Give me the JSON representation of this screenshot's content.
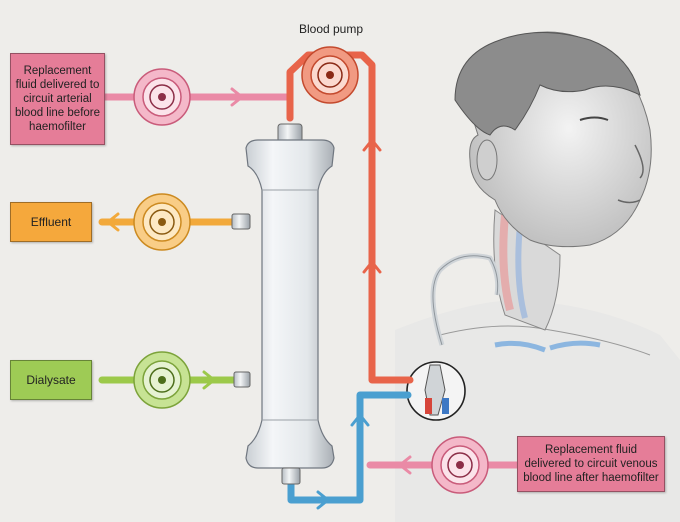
{
  "labels": {
    "blood_pump": "Blood pump",
    "replacement_pre": "Replacement fluid delivered to circuit arterial blood line before haemofilter",
    "effluent": "Effluent",
    "dialysate": "Dialysate",
    "replacement_post": "Replacement fluid delivered to circuit venous blood line after haemofilter"
  },
  "colors": {
    "arterial_line": "#e8644a",
    "venous_line": "#4a9fd0",
    "replacement_line": "#ea8aa6",
    "effluent_line": "#f2a93b",
    "dialysate_line": "#9cc94a",
    "replacement_box": "#e57d98",
    "effluent_box": "#f5a83c",
    "dialysate_box": "#9ecb55"
  }
}
